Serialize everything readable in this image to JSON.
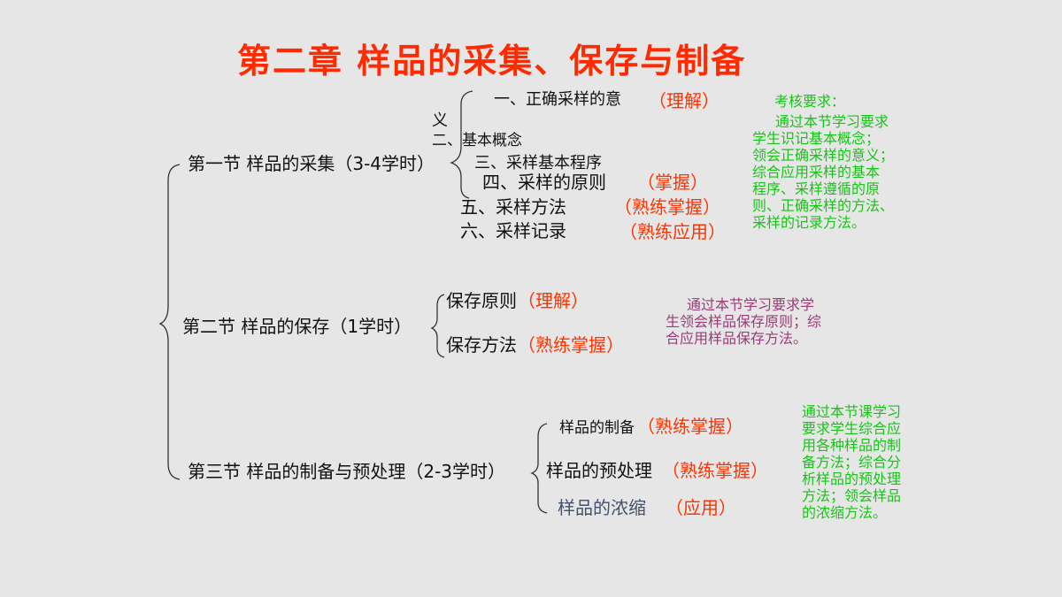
{
  "title": "第二章    样品的采集、保存与制备",
  "colors": {
    "title": "#ff2a00",
    "mastery": "#ff3300",
    "note_green": "#18c418",
    "note_purple": "#9b3b78",
    "text": "#111111",
    "slate": "#44506b"
  },
  "section1": {
    "heading": "第一节 样品的采集（3-4学时）",
    "items": [
      {
        "label_a": "一、正确采样的意",
        "label_b": "义",
        "level": "（理解）"
      },
      {
        "label": "二、基本概念"
      },
      {
        "label": "三、采样基本程序"
      },
      {
        "label": "四、采样的原则",
        "level": "（掌握）"
      },
      {
        "label": "五、采样方法",
        "level": "（熟练掌握）"
      },
      {
        "label": "六、采样记录",
        "level": "（熟练应用）"
      }
    ],
    "note_title": "考核要求：",
    "note_lines": [
      "通过本节学习要求",
      "学生识记基本概念；",
      "领会正确采样的意义；",
      "综合应用采样的基本",
      "程序、采样遵循的原",
      "则、正确采样的方法、",
      "采样的记录方法。"
    ]
  },
  "section2": {
    "heading": "第二节  样品的保存（1学时）",
    "items": [
      {
        "label": "保存原则",
        "level": "（理解）"
      },
      {
        "label": "保存方法",
        "level": "（熟练掌握）"
      }
    ],
    "note_lines": [
      "通过本节学习要求学",
      "生领会样品保存原则；综",
      "合应用样品保存方法。"
    ]
  },
  "section3": {
    "heading": "第三节  样品的制备与预处理（2-3学时）",
    "items": [
      {
        "label": "样品的制备",
        "level": "（熟练掌握）"
      },
      {
        "label": "样品的预处理",
        "level": "（熟练掌握）"
      },
      {
        "label": "样品的浓缩",
        "level": "（应用）"
      }
    ],
    "note_lines": [
      "通过本节课学习",
      "要求学生综合应",
      "用各种样品的制",
      "备方法；综合分",
      "析样品的预处理",
      "方法；领会样品",
      "的浓缩方法。"
    ]
  }
}
